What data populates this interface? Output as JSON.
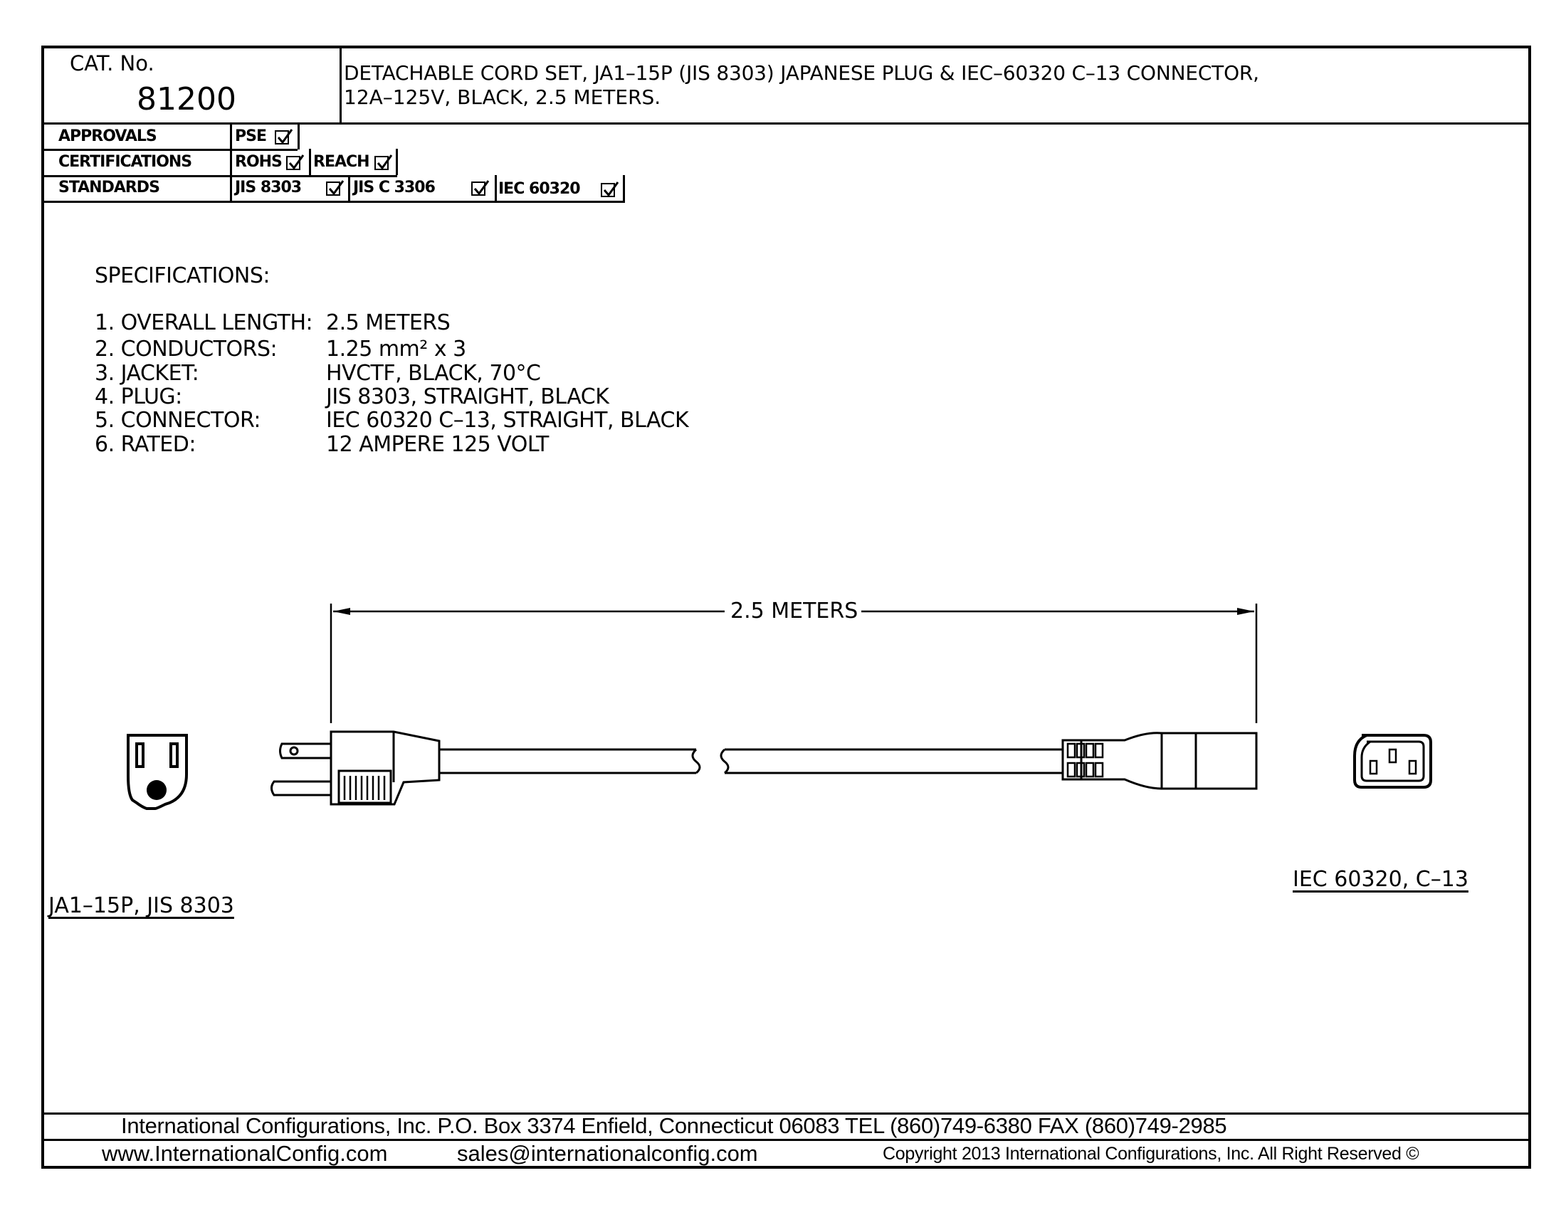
{
  "header": {
    "cat_label": "CAT.  No.",
    "cat_number": "81200",
    "description_line1": "DETACHABLE  CORD  SET,  JA1–15P  (JIS  8303)  JAPANESE  PLUG  &  IEC–60320  C–13  CONNECTOR,",
    "description_line2": "12A–125V,  BLACK,  2.5  METERS."
  },
  "compliance": {
    "approvals_label": "APPROVALS",
    "approvals": [
      "PSE"
    ],
    "certifications_label": "CERTIFICATIONS",
    "certifications": [
      "ROHS",
      "REACH"
    ],
    "standards_label": "STANDARDS",
    "standards": [
      "JIS  8303",
      "JIS  C  3306",
      "IEC  60320"
    ]
  },
  "specifications": {
    "title": "SPECIFICATIONS:",
    "items": [
      {
        "label": "1.  OVERALL  LENGTH:",
        "value": "2.5  METERS"
      },
      {
        "label": "2.  CONDUCTORS:",
        "value": "1.25  mm²  x  3"
      },
      {
        "label": "3.  JACKET:",
        "value": "HVCTF,  BLACK,  70°C"
      },
      {
        "label": "4.  PLUG:",
        "value": "JIS  8303,  STRAIGHT,  BLACK"
      },
      {
        "label": "5.  CONNECTOR:",
        "value": "IEC  60320  C–13,  STRAIGHT,  BLACK"
      },
      {
        "label": "6.  RATED:",
        "value": "12  AMPERE  125  VOLT"
      }
    ]
  },
  "drawing": {
    "dimension_label": "2.5  METERS",
    "plug_caption": "JA1–15P,  JIS  8303",
    "connector_caption": "IEC  60320,  C–13"
  },
  "footer": {
    "company_line": "International Configurations, Inc.   P.O. Box 3374   Enfield, Connecticut 06083   TEL (860)749-6380   FAX (860)749-2985",
    "website": "www.InternationalConfig.com",
    "email": "sales@internationalconfig.com",
    "copyright": "Copyright 2013 International Configurations, Inc. All Right Reserved ©"
  }
}
